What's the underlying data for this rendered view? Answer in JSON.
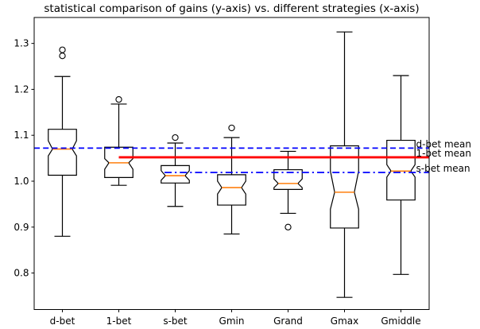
{
  "figure": {
    "background": "#ffffff"
  },
  "chart_data": {
    "type": "box",
    "title": "statistical comparison of gains (y-axis) vs. different strategies (x-axis)",
    "xlabel": "",
    "ylabel": "",
    "categories": [
      "d-bet",
      "1-bet",
      "s-bet",
      "Gmin",
      "Grand",
      "Gmax",
      "Gmiddle"
    ],
    "ylim": [
      0.7205,
      1.3565
    ],
    "xlim": [
      0.5,
      7.5
    ],
    "yticks": [
      0.8,
      0.9,
      1.0,
      1.1,
      1.2,
      1.3
    ],
    "ytick_labels": [
      "0.8",
      "0.9",
      "1.0",
      "1.1",
      "1.2",
      "1.3"
    ],
    "grid": false,
    "notched": true,
    "boxes": [
      {
        "label": "d-bet",
        "whislo": 0.88,
        "q1": 1.013,
        "med": 1.07,
        "q3": 1.113,
        "whishi": 1.228,
        "notch_lo": 1.055,
        "notch_hi": 1.088,
        "fliers": [
          1.286,
          1.273
        ]
      },
      {
        "label": "1-bet",
        "whislo": 0.991,
        "q1": 1.008,
        "med": 1.04,
        "q3": 1.074,
        "whishi": 1.168,
        "notch_lo": 1.026,
        "notch_hi": 1.049,
        "fliers": [
          1.178
        ]
      },
      {
        "label": "s-bet",
        "whislo": 0.945,
        "q1": 0.996,
        "med": 1.012,
        "q3": 1.034,
        "whishi": 1.083,
        "notch_lo": 1.002,
        "notch_hi": 1.023,
        "fliers": [
          1.095
        ]
      },
      {
        "label": "Gmin",
        "whislo": 0.885,
        "q1": 0.948,
        "med": 0.986,
        "q3": 1.014,
        "whishi": 1.095,
        "notch_lo": 0.972,
        "notch_hi": 1.0,
        "fliers": [
          1.116
        ]
      },
      {
        "label": "Grand",
        "whislo": 0.93,
        "q1": 0.982,
        "med": 0.995,
        "q3": 1.025,
        "whishi": 1.065,
        "notch_lo": 0.986,
        "notch_hi": 1.005,
        "fliers": [
          0.9
        ]
      },
      {
        "label": "Gmax",
        "whislo": 0.747,
        "q1": 0.898,
        "med": 0.976,
        "q3": 1.077,
        "whishi": 1.325,
        "notch_lo": 0.939,
        "notch_hi": 1.022,
        "fliers": []
      },
      {
        "label": "Gmiddle",
        "whislo": 0.797,
        "q1": 0.959,
        "med": 1.022,
        "q3": 1.089,
        "whishi": 1.23,
        "notch_lo": 1.009,
        "notch_hi": 1.036,
        "fliers": []
      }
    ],
    "ref_lines": [
      {
        "label": "d-bet mean",
        "value": 1.072,
        "style": "dashed",
        "color": "#0000ff",
        "x_start_frac": 0.0,
        "width": 1.8
      },
      {
        "label": "1-bet mean",
        "value": 1.052,
        "style": "solid",
        "color": "#ff0000",
        "x_start_frac": 0.2143,
        "width": 2.8
      },
      {
        "label": "s-bet mean",
        "value": 1.019,
        "style": "dashdot",
        "color": "#0000ff",
        "x_start_frac": 0.33,
        "width": 1.8
      }
    ],
    "style": {
      "box_color": "#000000",
      "median_color": "#ff7f0e",
      "flier_color": "#000000",
      "axis_color": "#000000"
    },
    "legend": null
  }
}
